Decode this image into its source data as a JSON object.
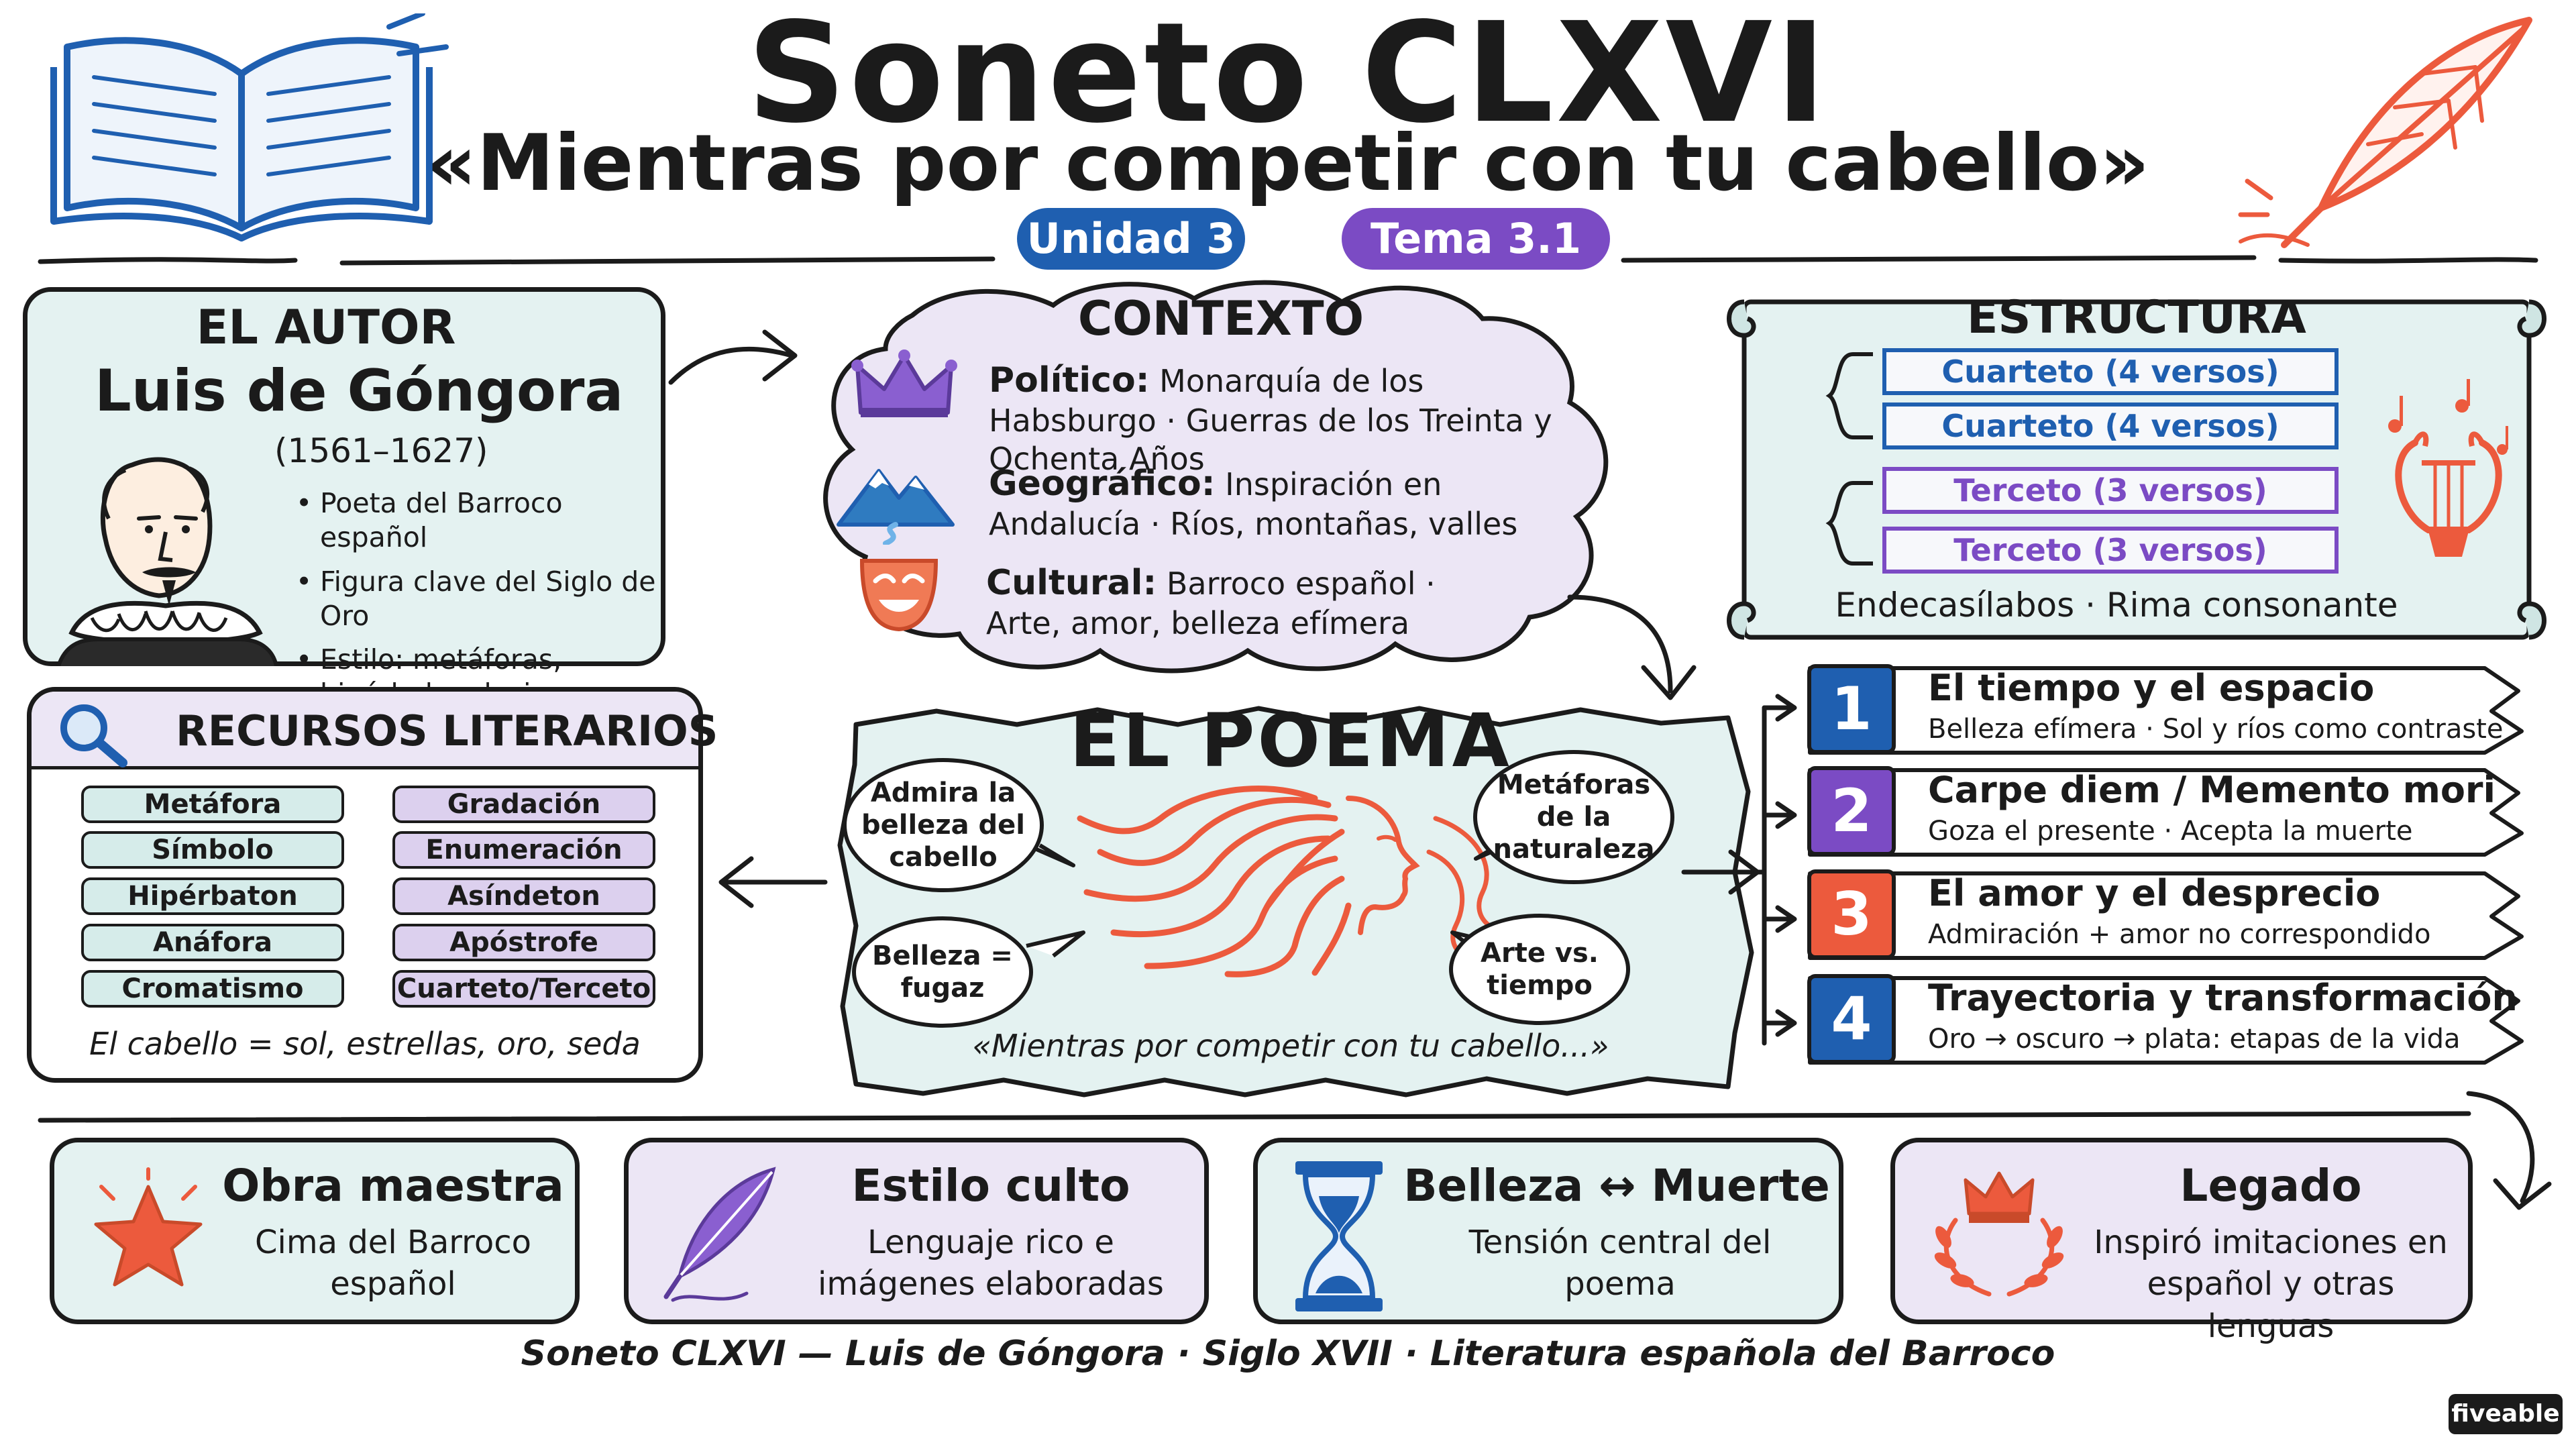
{
  "header": {
    "title": "Soneto CLXVI",
    "subtitle": "«Mientras por competir con tu cabello»",
    "unit_badge": "Unidad 3",
    "topic_badge": "Tema 3.1"
  },
  "author": {
    "heading": "EL AUTOR",
    "name": "Luis de Góngora",
    "dates": "(1561–1627)",
    "bullets": [
      "Poeta del Barroco español",
      "Figura clave del Siglo de Oro",
      "Estilo: metáforas, hipérbole, alusiones clásicas"
    ]
  },
  "context": {
    "heading": "CONTEXTO",
    "items": [
      {
        "label": "Político:",
        "text": "Monarquía de los Habsburgo · Guerras de los Treinta y Ochenta Años",
        "icon": "crown-icon"
      },
      {
        "label": "Geográfico:",
        "text": "Inspiración en Andalucía · Ríos, montañas, valles",
        "icon": "mountain-icon"
      },
      {
        "label": "Cultural:",
        "text": "Barroco español · Arte, amor, belleza efímera",
        "icon": "theater-mask-icon"
      }
    ]
  },
  "structure": {
    "heading": "ESTRUCTURA",
    "stanzas": [
      "Cuarteto (4 versos)",
      "Cuarteto (4 versos)",
      "Terceto (3 versos)",
      "Terceto (3 versos)"
    ],
    "footer": "Endecasílabos · Rima consonante"
  },
  "resources": {
    "heading": "RECURSOS LITERARIOS",
    "left_column": [
      "Metáfora",
      "Símbolo",
      "Hipérbaton",
      "Anáfora",
      "Cromatismo"
    ],
    "right_column": [
      "Gradación",
      "Enumeración",
      "Asíndeton",
      "Apóstrofe",
      "Cuarteto/Terceto"
    ],
    "footer": "El cabello = sol, estrellas, oro, seda"
  },
  "poem": {
    "heading": "EL POEMA",
    "bubbles": [
      "Admira la belleza del cabello",
      "Metáforas de la naturaleza",
      "Belleza = fugaz",
      "Arte vs. tiempo"
    ],
    "quote": "«Mientras por competir con tu cabello...»"
  },
  "themes": [
    {
      "number": "1",
      "title": "El tiempo y el espacio",
      "subtitle": "Belleza efímera · Sol y ríos como contraste",
      "color": "#1f5fb0"
    },
    {
      "number": "2",
      "title": "Carpe diem / Memento mori",
      "subtitle": "Goza el presente · Acepta la muerte",
      "color": "#7b4bc4"
    },
    {
      "number": "3",
      "title": "El amor y el desprecio",
      "subtitle": "Admiración + amor no correspondido",
      "color": "#ec5a3d"
    },
    {
      "number": "4",
      "title": "Trayectoria y transformación",
      "subtitle": "Oro → oscuro → plata: etapas de la vida",
      "color": "#1f5fb0"
    }
  ],
  "bottom_cards": [
    {
      "title": "Obra maestra",
      "text": "Cima del Barroco español",
      "icon": "star-icon"
    },
    {
      "title": "Estilo culto",
      "text": "Lenguaje rico e imágenes elaboradas",
      "icon": "quill-icon"
    },
    {
      "title": "Belleza ↔ Muerte",
      "text": "Tensión central del poema",
      "icon": "hourglass-icon"
    },
    {
      "title": "Legado",
      "text": "Inspiró imitaciones en español y otras lenguas",
      "icon": "laurel-crown-icon"
    }
  ],
  "footer": "Soneto CLXVI — Luis de Góngora · Siglo XVII · Literatura española del Barroco",
  "brand": "fiveable",
  "colors": {
    "blue": "#1f5fb0",
    "purple": "#7b4bc4",
    "orange": "#ec5a3d",
    "teal_bg": "#e4f2f1",
    "lavender_bg": "#ece6f5"
  }
}
